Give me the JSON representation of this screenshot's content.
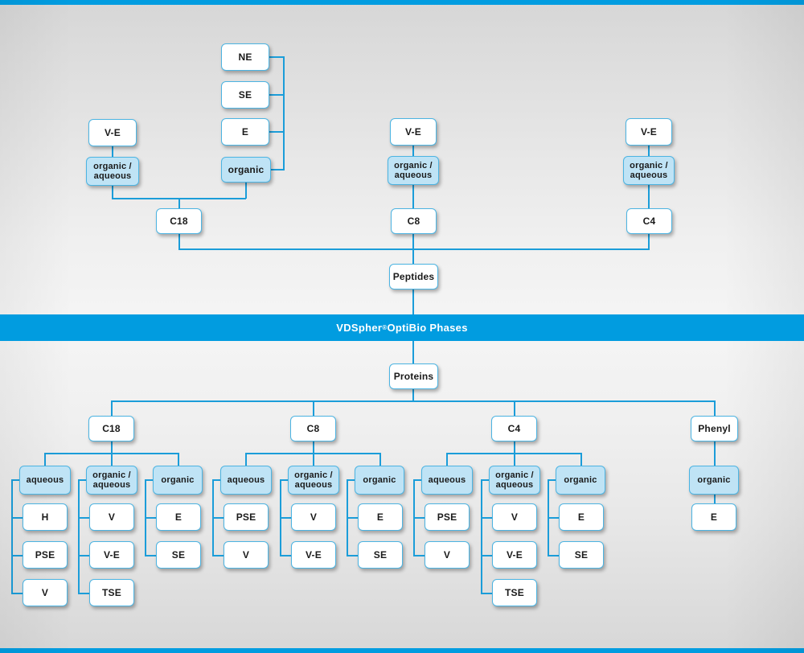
{
  "banner": {
    "brand": "VDSpher",
    "registered": "®",
    "rest": " OptiBio Phases",
    "color": "#019ce0"
  },
  "colors": {
    "line": "#1b9dd9",
    "node_border": "#4cb4e2",
    "node_fill_white": "#ffffff",
    "node_fill_blue": "#bfe3f5",
    "edge_bar": "#019ce0",
    "background": "#e8e8e8"
  },
  "peptides": {
    "root_label": "Peptides",
    "branches": [
      {
        "label": "C18",
        "modes": [
          {
            "label": "organic /\naqueous",
            "filled": true,
            "parent": "V-E",
            "children": []
          },
          {
            "label": "organic",
            "filled": true,
            "parent": null,
            "children": [
              "NE",
              "SE",
              "E"
            ]
          }
        ],
        "parent_top": "V-E"
      },
      {
        "label": "C8",
        "modes": [
          {
            "label": "organic /\naqueous",
            "filled": true,
            "parent": "V-E",
            "children": []
          }
        ],
        "parent_top": "V-E"
      },
      {
        "label": "C4",
        "modes": [
          {
            "label": "organic /\naqueous",
            "filled": true,
            "parent": "V-E",
            "children": []
          }
        ],
        "parent_top": "V-E"
      }
    ],
    "top_left": {
      "ve": "V-E",
      "orgaq_line1": "organic /",
      "orgaq_line2": "aqueous"
    },
    "stack": [
      "NE",
      "SE",
      "E"
    ],
    "organic": "organic",
    "c18": "C18",
    "c8": "C8",
    "c4": "C4",
    "mid_ve_1": "V-E",
    "mid_orgaq_1": "organic /",
    "mid_orgaq_2": "aqueous",
    "right_ve": "V-E",
    "right_orgaq_1": "organic /",
    "right_orgaq_2": "aqueous"
  },
  "proteins": {
    "root_label": "Proteins",
    "columns": [
      {
        "phase": "C18",
        "groups": [
          {
            "mode_line1": "aqueous",
            "mode_line2": "",
            "items": [
              "H",
              "PSE",
              "V"
            ]
          },
          {
            "mode_line1": "organic /",
            "mode_line2": "aqueous",
            "items": [
              "V",
              "V-E",
              "TSE"
            ]
          },
          {
            "mode_line1": "organic",
            "mode_line2": "",
            "items": [
              "E",
              "SE"
            ]
          }
        ]
      },
      {
        "phase": "C8",
        "groups": [
          {
            "mode_line1": "aqueous",
            "mode_line2": "",
            "items": [
              "PSE",
              "V"
            ]
          },
          {
            "mode_line1": "organic /",
            "mode_line2": "aqueous",
            "items": [
              "V",
              "V-E"
            ]
          },
          {
            "mode_line1": "organic",
            "mode_line2": "",
            "items": [
              "E",
              "SE"
            ]
          }
        ]
      },
      {
        "phase": "C4",
        "groups": [
          {
            "mode_line1": "aqueous",
            "mode_line2": "",
            "items": [
              "PSE",
              "V"
            ]
          },
          {
            "mode_line1": "organic /",
            "mode_line2": "aqueous",
            "items": [
              "V",
              "V-E",
              "TSE"
            ]
          },
          {
            "mode_line1": "organic",
            "mode_line2": "",
            "items": [
              "E",
              "SE"
            ]
          }
        ]
      },
      {
        "phase": "Phenyl",
        "groups": [
          {
            "mode_line1": "organic",
            "mode_line2": "",
            "items": [
              "E"
            ]
          }
        ]
      }
    ]
  }
}
